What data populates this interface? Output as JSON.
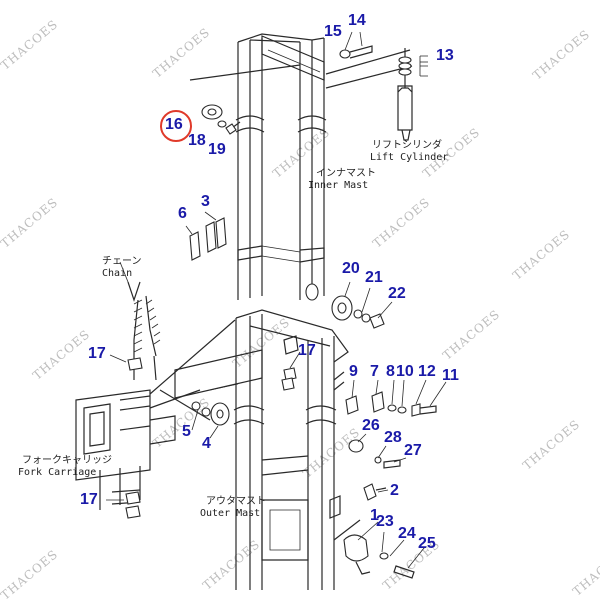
{
  "watermark": "THACOES",
  "labels": {
    "lift_cylinder_jp": "リフトシリンダ",
    "lift_cylinder_en": "Lift Cylinder",
    "inner_mast_jp": "インナマスト",
    "inner_mast_en": "Inner Mast",
    "chain_jp": "チェーン",
    "chain_en": "Chain",
    "fork_carriage_jp": "フォークキャリッジ",
    "fork_carriage_en": "Fork Carriage",
    "outer_mast_jp": "アウタマスト",
    "outer_mast_en": "Outer Mast"
  },
  "callouts": {
    "c1": "1",
    "c2": "2",
    "c3": "3",
    "c4": "4",
    "c5": "5",
    "c6": "6",
    "c7": "7",
    "c8": "8",
    "c9": "9",
    "c10": "10",
    "c11": "11",
    "c12": "12",
    "c13": "13",
    "c14": "14",
    "c15": "15",
    "c16": "16",
    "c17a": "17",
    "c17b": "17",
    "c17c": "17",
    "c18": "18",
    "c19": "19",
    "c20": "20",
    "c21": "21",
    "c22": "22",
    "c23": "23",
    "c24": "24",
    "c25": "25",
    "c26": "26",
    "c27": "27",
    "c28": "28"
  },
  "colors": {
    "callout": "#1a1aa8",
    "highlight": "#e03a2a",
    "linework": "#2a2a2a",
    "watermark": "#bdbdbd"
  }
}
